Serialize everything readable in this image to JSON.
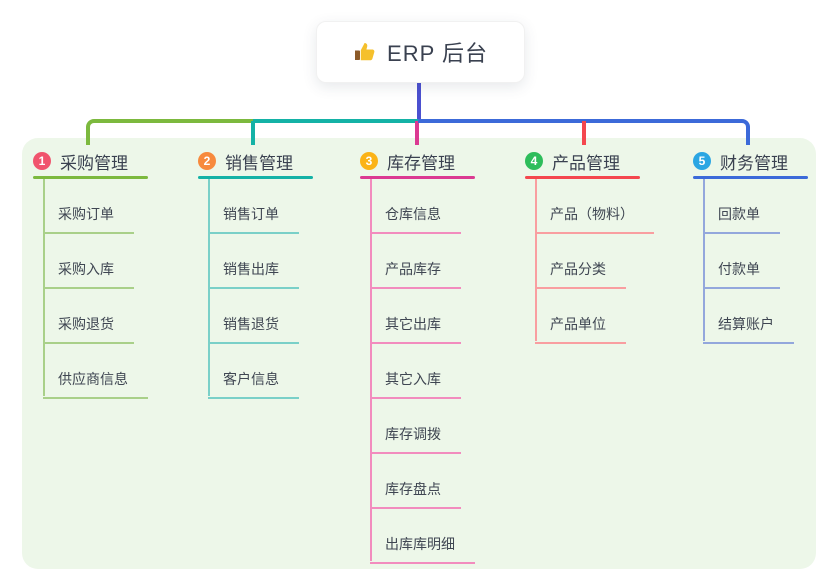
{
  "root": {
    "icon": "thumbs-up-icon",
    "title": "ERP 后台"
  },
  "colors": {
    "canvas-bg": "#ffffff",
    "panel-bg": "#edf7e9",
    "root-line": "#4b50d0",
    "text-dark": "#3a4150",
    "text-node": "#3f4652",
    "b1": "#7cb93e",
    "b1-light": "#a9d089",
    "b1-badge": "#f0546d",
    "b2": "#14b2a6",
    "b2-light": "#7ad0c8",
    "b2-badge": "#f78a3d",
    "b3": "#db3a92",
    "b3-light": "#f28cbe",
    "b3-badge": "#fbb317",
    "b4": "#f4474e",
    "b4-light": "#f99ea0",
    "b4-badge": "#2ebd5b",
    "b5": "#3c6ad9",
    "b5-light": "#93a7dc",
    "b5-badge": "#2ba6e3"
  },
  "branches": [
    {
      "num": "1",
      "label": "采购管理",
      "children": [
        "采购订单",
        "采购入库",
        "采购退货",
        "供应商信息"
      ]
    },
    {
      "num": "2",
      "label": "销售管理",
      "children": [
        "销售订单",
        "销售出库",
        "销售退货",
        "客户信息"
      ]
    },
    {
      "num": "3",
      "label": "库存管理",
      "children": [
        "仓库信息",
        "产品库存",
        "其它出库",
        "其它入库",
        "库存调拨",
        "库存盘点",
        "出库库明细"
      ]
    },
    {
      "num": "4",
      "label": "产品管理",
      "children": [
        "产品（物料）",
        "产品分类",
        "产品单位"
      ]
    },
    {
      "num": "5",
      "label": "财务管理",
      "children": [
        "回款单",
        "付款单",
        "结算账户"
      ]
    }
  ]
}
